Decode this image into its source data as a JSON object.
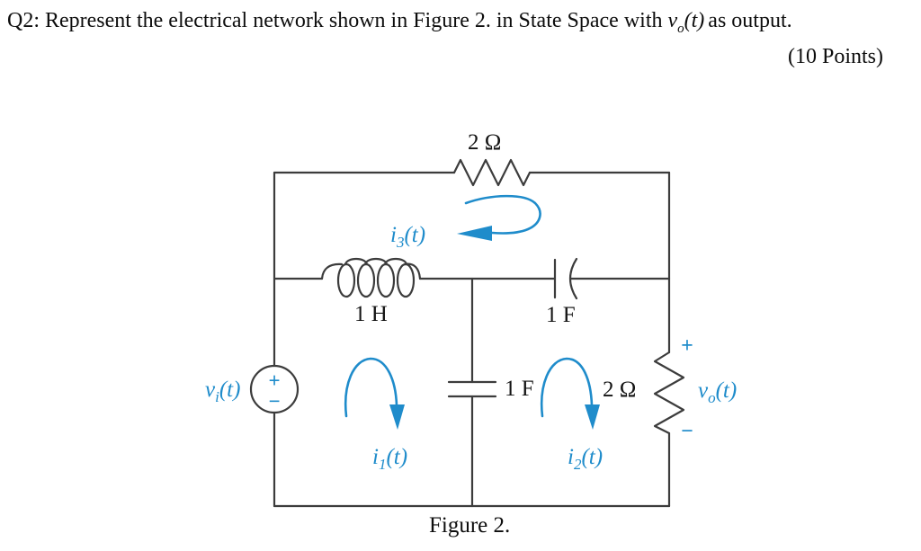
{
  "header": {
    "question_prefix": "Q2: Represent the electrical network shown in Figure 2. in State Space with",
    "output_var": {
      "base": "v",
      "sub": "o",
      "suffix": "(t)"
    },
    "question_suffix": "as output.",
    "points": "(10 Points)"
  },
  "circuit": {
    "caption": "Figure 2.",
    "labels": {
      "top_resistor": "2 Ω",
      "inductor": "1 H",
      "series_capacitor": "1 F",
      "shunt_capacitor": "1 F",
      "output_resistor": "2 Ω"
    },
    "source_label": {
      "base": "v",
      "sub": "i",
      "suffix": "(t)"
    },
    "output_label": {
      "base": "v",
      "sub": "o",
      "suffix": "(t)"
    },
    "loop1_label": {
      "base": "i",
      "sub": "1",
      "suffix": "(t)"
    },
    "loop2_label": {
      "base": "i",
      "sub": "2",
      "suffix": "(t)"
    },
    "loop3_label": {
      "base": "i",
      "sub": "3",
      "suffix": "(t)"
    },
    "source_plus": "+",
    "source_minus": "−",
    "output_plus": "+",
    "output_minus": "−",
    "colors": {
      "wire": "#3c3c3c",
      "blue": "#1f8ccb",
      "text": "#111111"
    }
  }
}
